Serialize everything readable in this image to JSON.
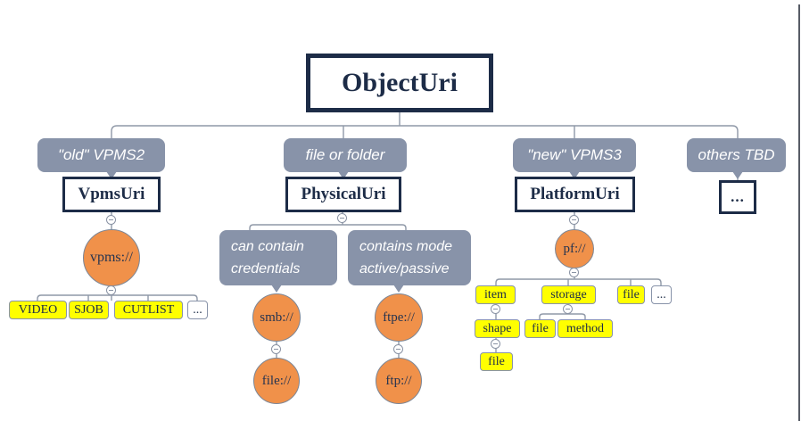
{
  "colors": {
    "navy": "#1d2c47",
    "slate": "#8893a9",
    "orange": "#f0914a",
    "yellow": "#ffff00",
    "connector": "#8f98a7"
  },
  "root": {
    "label": "ObjectUri"
  },
  "branches": {
    "vpms": {
      "callout": "\"old\" VPMS2",
      "type": "VpmsUri",
      "scheme": "vpms://",
      "children": [
        "VIDEO",
        "SJOB",
        "CUTLIST",
        "..."
      ]
    },
    "physical": {
      "callout": "file or folder",
      "type": "PhysicalUri",
      "notes": [
        "can contain credentials",
        "contains mode active/passive"
      ],
      "schemes": {
        "smb": "smb://",
        "file": "file://",
        "ftpe": "ftpe://",
        "ftp": "ftp://"
      }
    },
    "platform": {
      "callout": "\"new\" VPMS3",
      "type": "PlatformUri",
      "scheme": "pf://",
      "children": [
        "item",
        "storage",
        "file",
        "..."
      ],
      "item_children": [
        "shape"
      ],
      "shape_children": [
        "file"
      ],
      "storage_children": [
        "file",
        "method"
      ]
    },
    "others": {
      "callout": "others TBD",
      "type": "..."
    }
  }
}
